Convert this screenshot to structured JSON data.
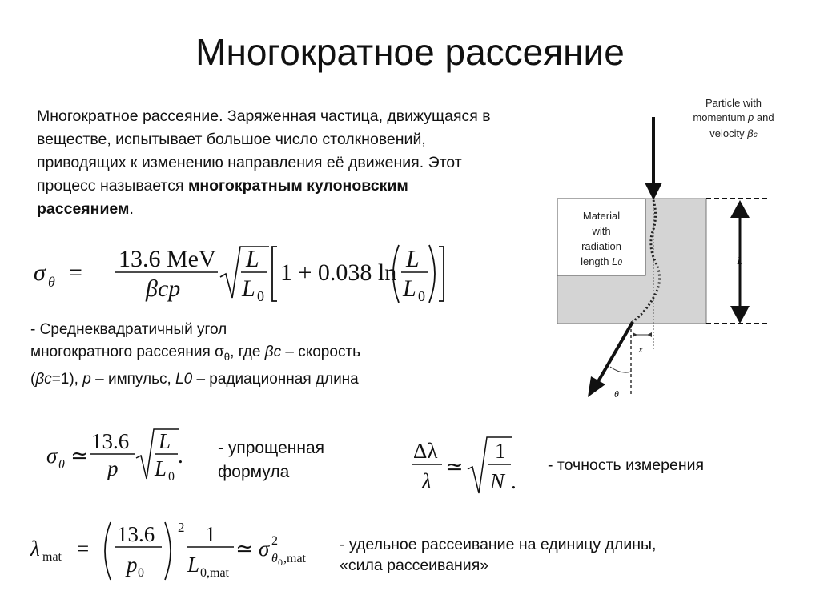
{
  "slide": {
    "title": "Многократное рассеяние",
    "intro": {
      "text": "Многократное рассеяние. Заряженная частица, движущаяся в веществе, испытывает большое число столкновений, приводящих к изменению направления её движения. Этот процесс называется ",
      "bold": "многократным кулоновским рассеянием",
      "end": "."
    },
    "formula1": {
      "lhs": "σ",
      "lhs_sub": "θ",
      "eq": "=",
      "num": "13.6 MeV",
      "den": "βcp",
      "sqrt_num": "L",
      "sqrt_den": "L",
      "sqrt_den_sub": "0",
      "bracket_text": "1 + 0.038 ln",
      "ln_num": "L",
      "ln_den": "L",
      "ln_den_sub": "0"
    },
    "desc1": {
      "line1": "- Среднеквадратичный угол",
      "line2a": "многократного рассеяния σ",
      "line2sub": "θ",
      "line2b": ", где ",
      "line2i": "βc",
      "line2c": " – скорость",
      "line3a": "(",
      "line3i1": "βc",
      "line3b": "=1), ",
      "line3i2": "p",
      "line3c": " – импульс, ",
      "line3i3": "L0",
      "line3d": " – радиационная длина"
    },
    "formula2": {
      "lhs": "σ",
      "lhs_sub": "θ",
      "eq": "≃",
      "num": "13.6",
      "den": "p",
      "sqrt_num": "L",
      "sqrt_den": "L",
      "sqrt_den_sub": "0",
      "end": "."
    },
    "desc2": {
      "line1": "- упрощенная",
      "line2": "формула"
    },
    "formula3": {
      "num": "Δλ",
      "den": "λ",
      "eq": "≃",
      "sqrt_num": "1",
      "sqrt_den": "N",
      "end": "."
    },
    "desc3": {
      "text": "-  точность измерения"
    },
    "formula4": {
      "lhs": "λ",
      "lhs_sub": "mat",
      "eq": "=",
      "paren_num": "13.6",
      "paren_den": "p",
      "paren_den_sub": "0",
      "power": "2",
      "frac_num": "1",
      "frac_den": "L",
      "frac_den_sub": "0,mat",
      "eq2": "≃",
      "rhs": "σ",
      "rhs_sup": "2",
      "rhs_sub": "θ",
      "rhs_sub2": "0",
      "rhs_sub3": ",mat"
    },
    "desc4": {
      "line1": "-  удельное рассеивание на единицу длины,",
      "line2": "«сила рассеивания»"
    }
  },
  "diagram": {
    "particle_label": [
      "Particle with",
      "momentum",
      "p",
      "and",
      "velocity",
      "β",
      "c"
    ],
    "material_label": [
      "Material",
      "with",
      "radiation",
      "length",
      "L",
      "0"
    ],
    "thickness_label": "L",
    "offset_label": "x",
    "angle_label": "θ",
    "material_color": "#d4d4d4"
  }
}
